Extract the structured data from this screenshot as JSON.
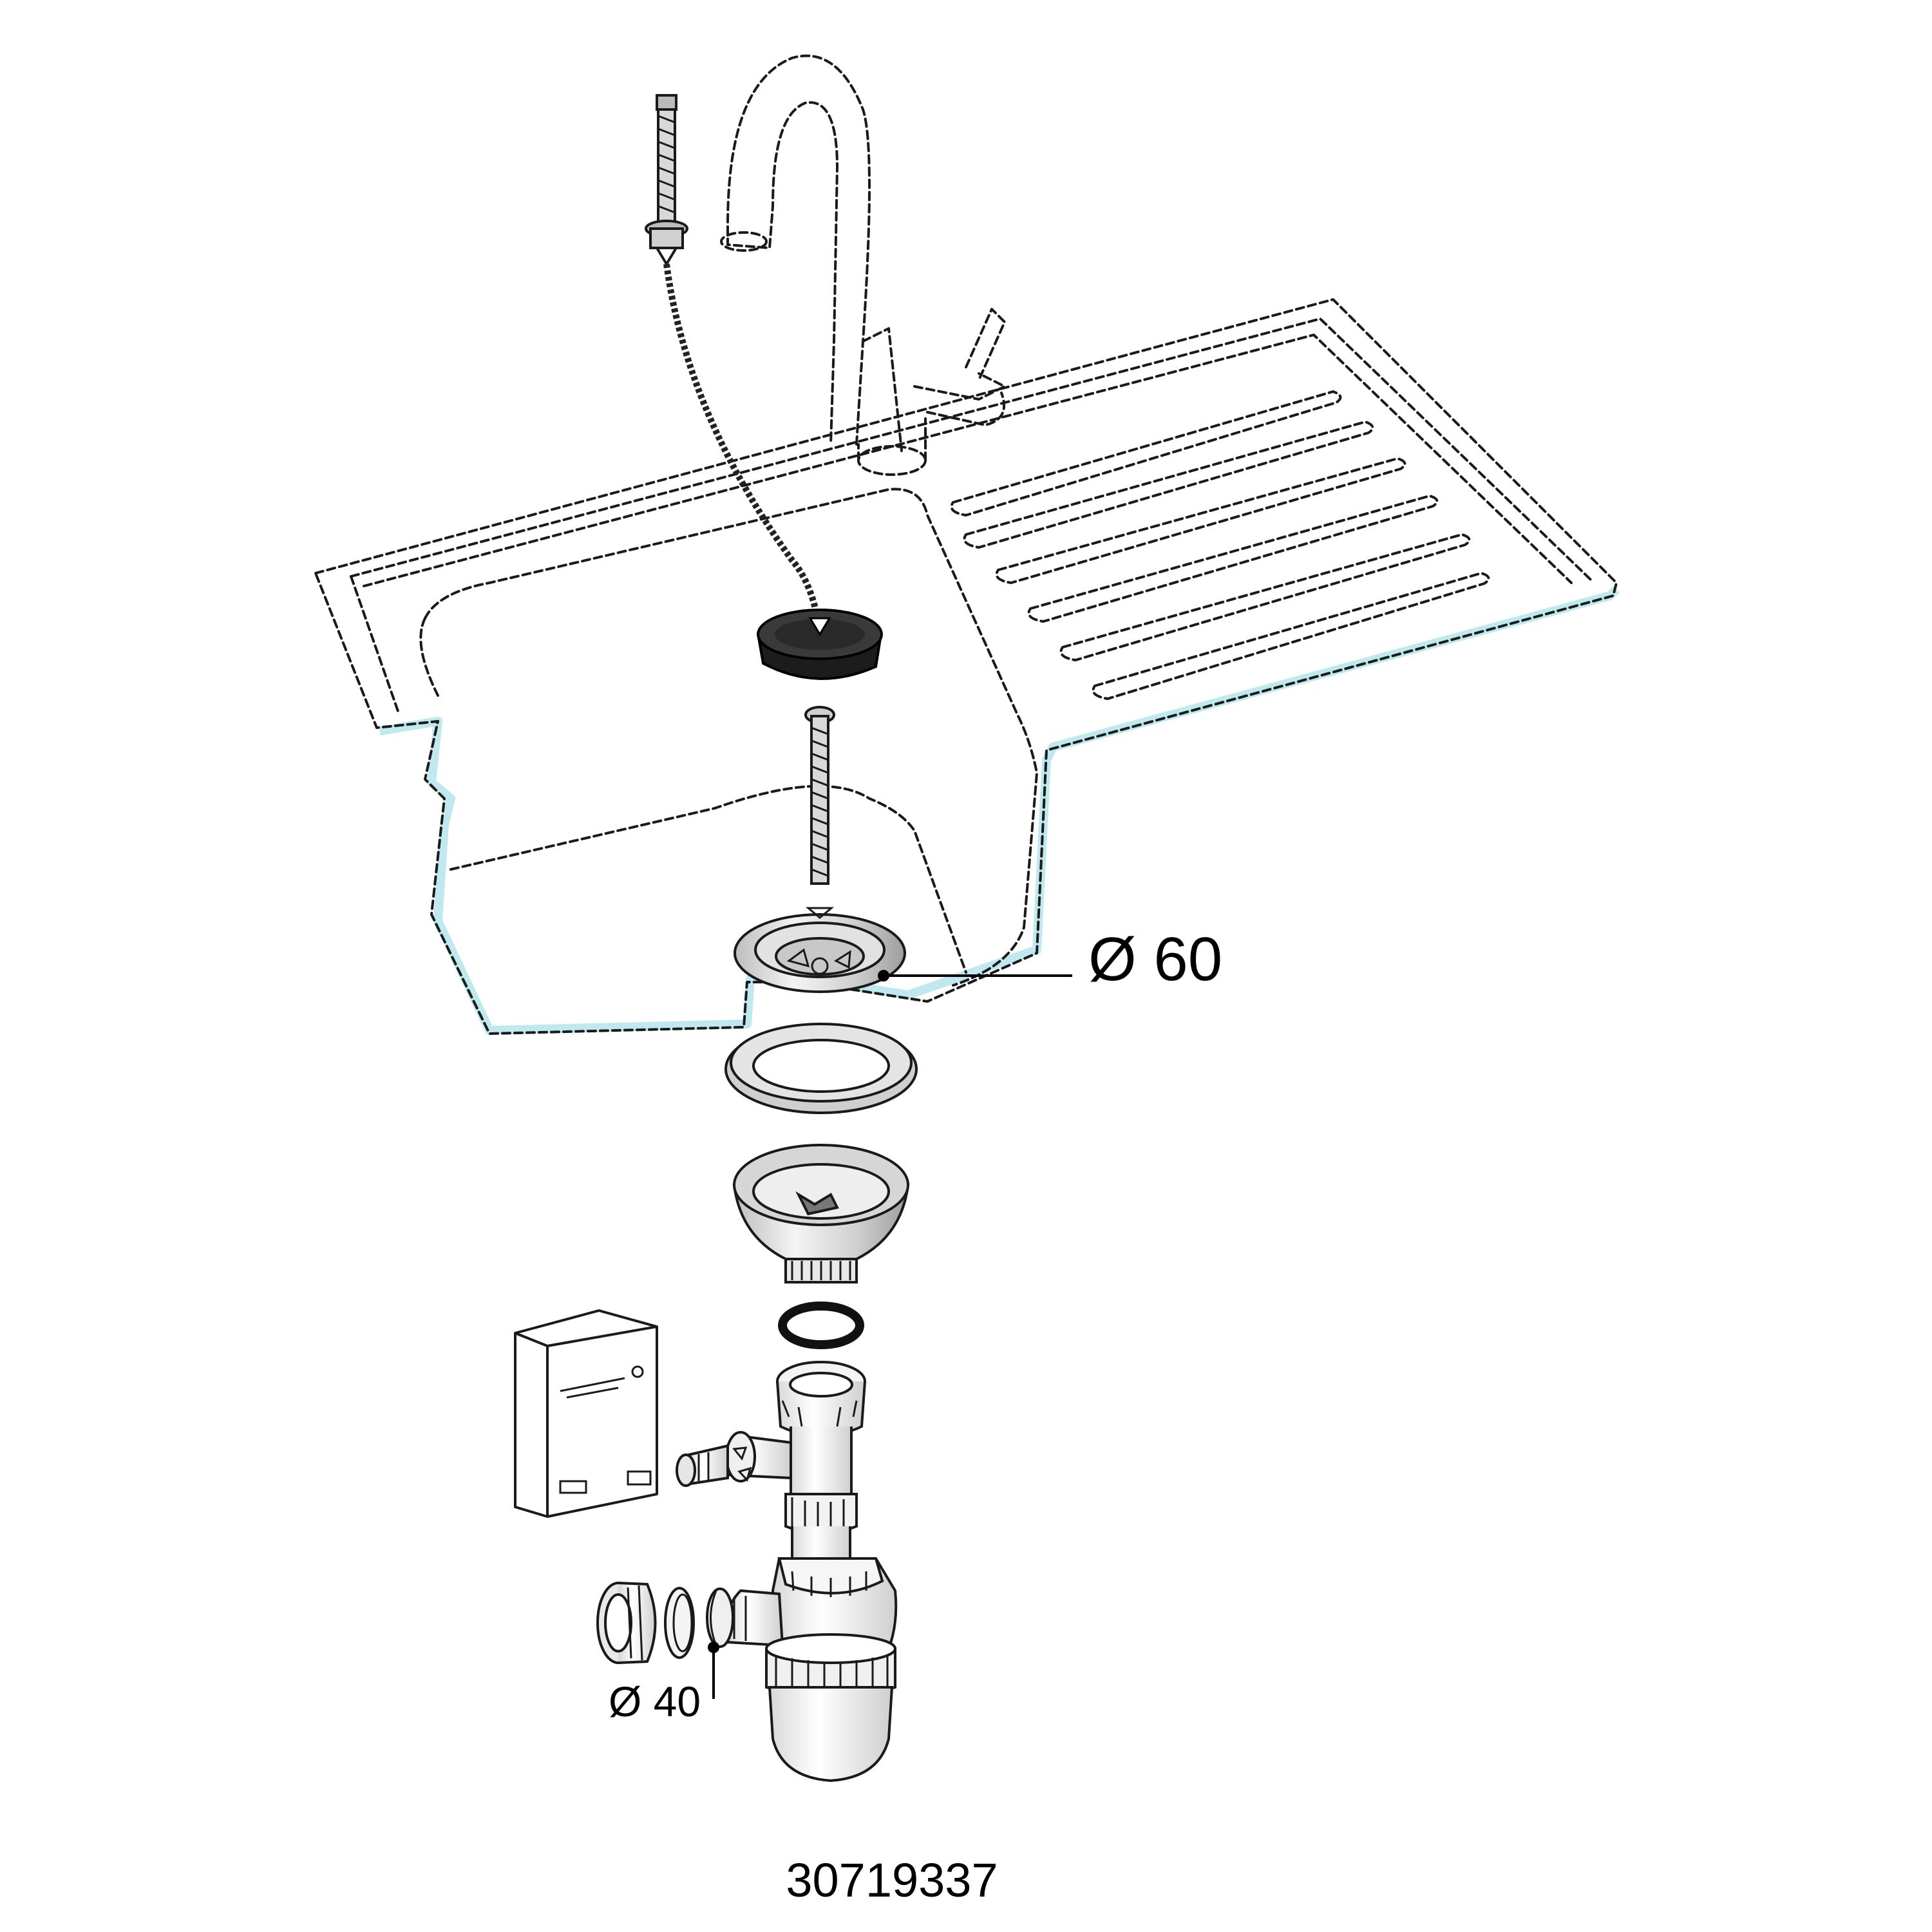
{
  "labels": {
    "outlet_diameter": "Ø 60",
    "overflow_diameter": "Ø 40",
    "reference": "30719337"
  },
  "colors": {
    "line": "#1a1a1a",
    "sink_highlight": "#bfe9ee",
    "metal_light": "#e6e6e6",
    "metal_mid": "#c4c4c4",
    "plug": "#1c1c1c",
    "plastic": "#f0f0f0"
  }
}
